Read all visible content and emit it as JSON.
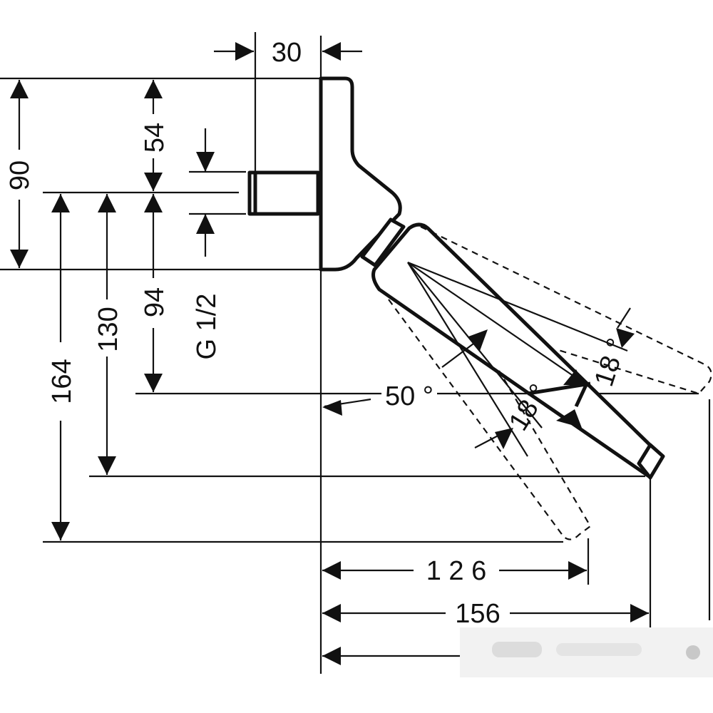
{
  "labels": {
    "width_30": "30",
    "height_54": "54",
    "height_90": "90",
    "height_94": "94",
    "thread": "G 1/2",
    "height_130": "130",
    "height_164": "164",
    "angle_50": "50 °",
    "angle_18_upper": "18 °",
    "angle_18_lower": "18 °",
    "width_126": "1 2 6",
    "width_156": "156"
  }
}
